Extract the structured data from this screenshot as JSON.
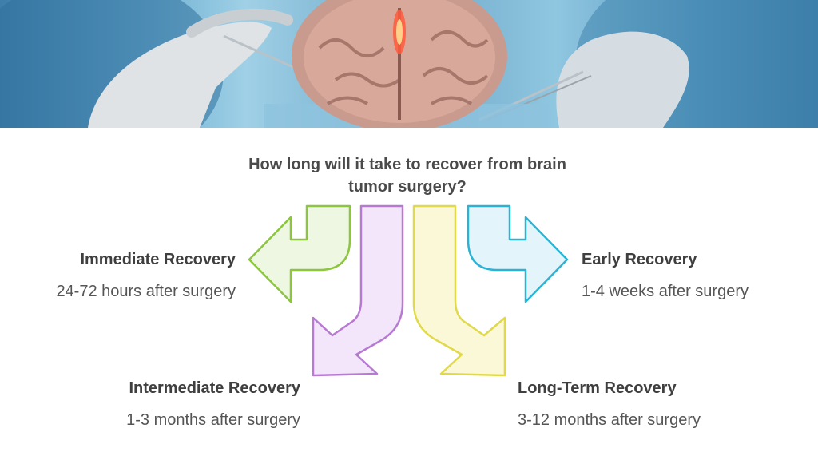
{
  "question": "How long will it take to recover from brain tumor surgery?",
  "stages": [
    {
      "title": "Immediate Recovery",
      "description": "24-72 hours after surgery",
      "color": "#8cc63f",
      "fill": "#eef7e2"
    },
    {
      "title": "Intermediate Recovery",
      "description": "1-3 months after surgery",
      "color": "#b77ad3",
      "fill": "#f3e6fa"
    },
    {
      "title": "Long-Term Recovery",
      "description": "3-12 months after surgery",
      "color": "#e0d94a",
      "fill": "#fbf8d8"
    },
    {
      "title": "Early Recovery",
      "description": "1-4 weeks after surgery",
      "color": "#2bb3d6",
      "fill": "#e3f5fb"
    }
  ],
  "hero": {
    "icon": "brain-surgery-photo"
  }
}
